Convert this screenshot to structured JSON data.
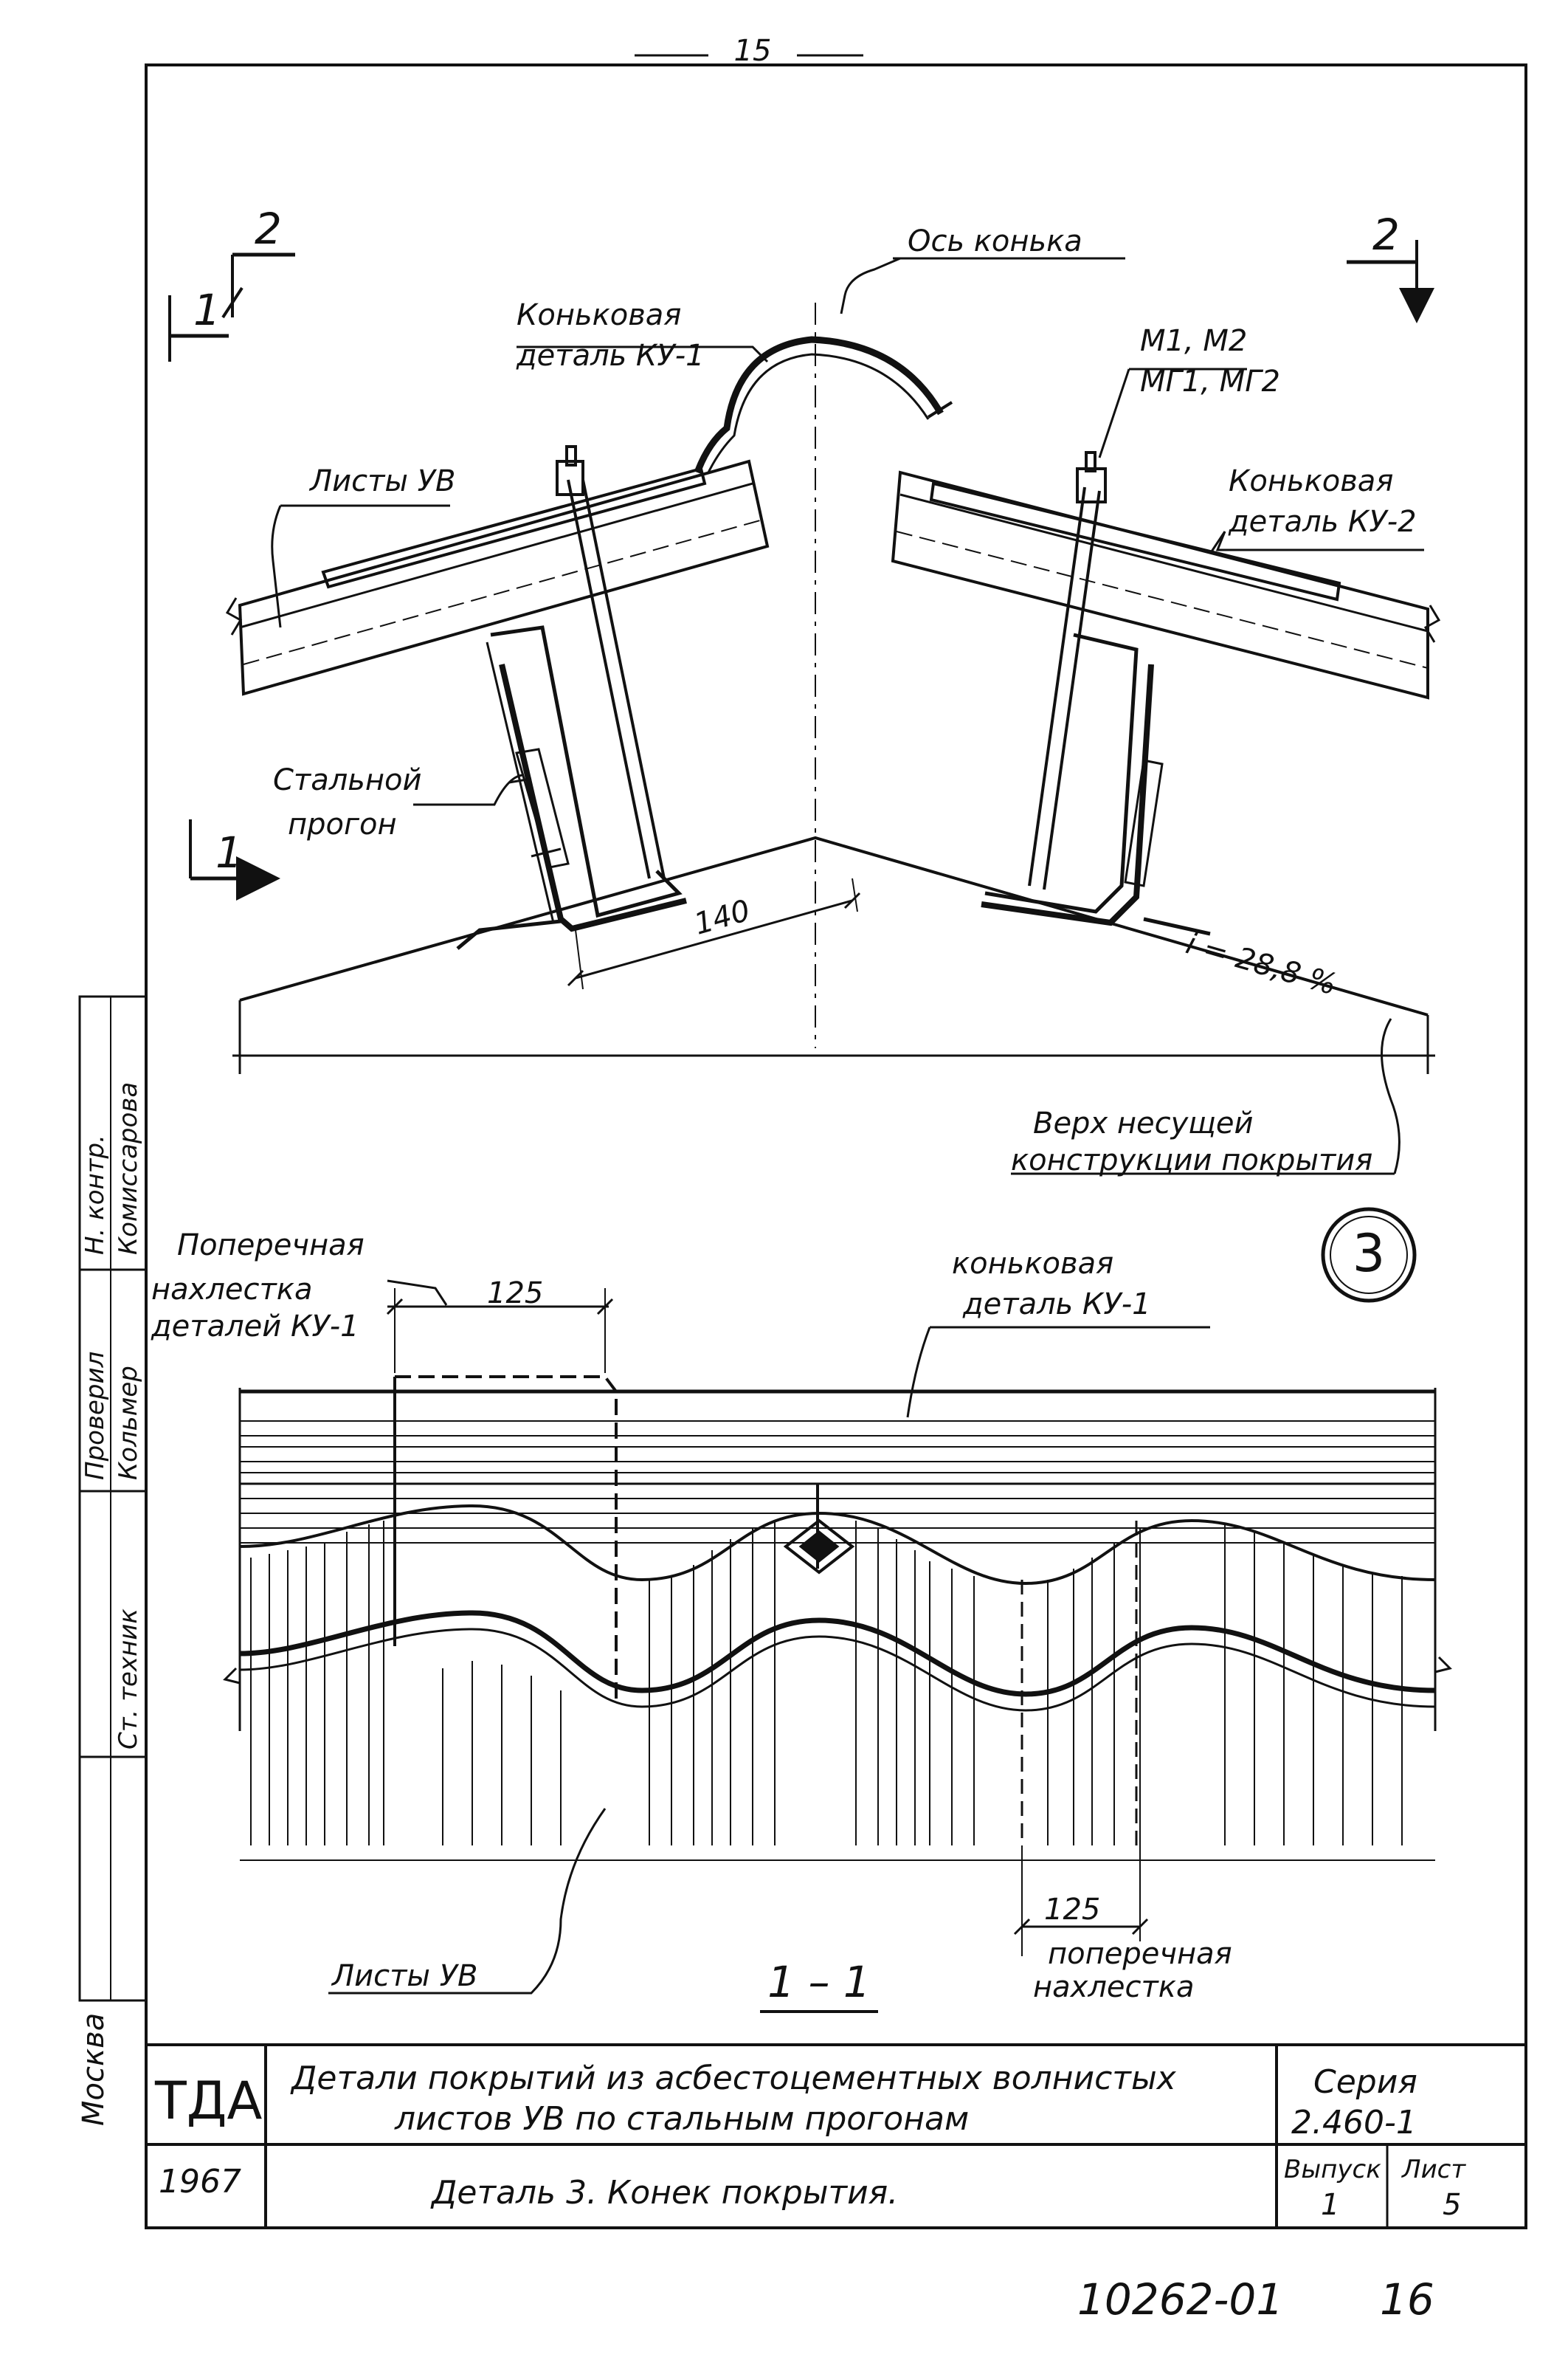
{
  "page": {
    "number": "15",
    "bottom_code": "10262-01",
    "bottom_sheet": "16",
    "city": "Москва"
  },
  "colors": {
    "ink": "#111111",
    "paper": "#ffffff"
  },
  "section_marks": {
    "left_top": "2",
    "left_mid": "1",
    "left_low": "1",
    "right_top": "2"
  },
  "detail_number": "3",
  "upper_view": {
    "labels": {
      "ridge_axis": "Ось конька",
      "ridge_part_1_line1": "Коньковая",
      "ridge_part_1_line2": "деталь КУ-1",
      "fasteners_line1": "М1, М2",
      "fasteners_line2": "МГ1, МГ2",
      "sheets": "Листы УВ",
      "ridge_part_2_line1": "Коньковая",
      "ridge_part_2_line2": "деталь КУ-2",
      "purlin_line1": "Стальной",
      "purlin_line2": "прогон",
      "dimension_140": "140",
      "slope": "i = 28,8 %",
      "structure_line1": "Верх несущей",
      "structure_line2": "конструкции покрытия"
    }
  },
  "lower_view": {
    "labels": {
      "overlap_line1": "Поперечная",
      "overlap_line2": "нахлестка",
      "overlap_line3": "деталей КУ-1",
      "dimension_top": "125",
      "ridge_part_line1": "коньковая",
      "ridge_part_line2": "деталь КУ-1",
      "sheets": "Листы УВ",
      "dimension_bottom": "125",
      "cross_overlap_line1": "поперечная",
      "cross_overlap_line2": "нахлестка",
      "section_title": "1 – 1"
    }
  },
  "side_stamp": {
    "col1_role": "Ст. техник",
    "col2_role": "Проверил",
    "col2_name": "Кольмер",
    "col3_role": "Н. контр.",
    "col3_name": "Комиссарова"
  },
  "title_block": {
    "org": "ТДА",
    "title_line1": "Детали покрытий из асбестоцементных волнистых",
    "title_line2": "листов УВ по стальным прогонам",
    "series_label": "Серия",
    "series_value": "2.460-1",
    "year": "1967",
    "sheet_title": "Деталь 3. Конек покрытия.",
    "issue_label": "Выпуск",
    "issue_value": "1",
    "sheet_label": "Лист",
    "sheet_value": "5"
  }
}
